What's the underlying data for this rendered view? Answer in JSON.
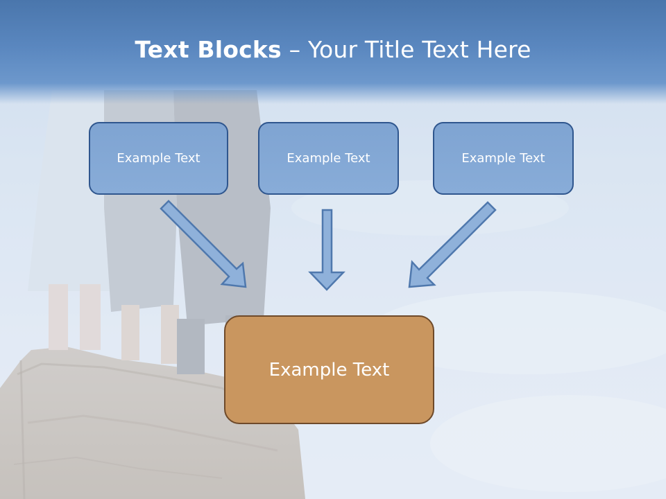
{
  "title": {
    "bold": "Text Blocks",
    "dash": "–",
    "rest": "Your Title Text Here"
  },
  "top_boxes": [
    {
      "label": "Example Text"
    },
    {
      "label": "Example Text"
    },
    {
      "label": "Example Text"
    }
  ],
  "bottom_box": {
    "label": "Example Text"
  },
  "colors": {
    "title_bar": "#4a76ac",
    "top_box_fill": "#84a8d5",
    "top_box_border": "#2f568e",
    "bottom_box_fill": "#c9965f",
    "bottom_box_border": "#6e4a2a",
    "arrow_fill": "#8fb1da",
    "arrow_stroke": "#4f78ad"
  }
}
